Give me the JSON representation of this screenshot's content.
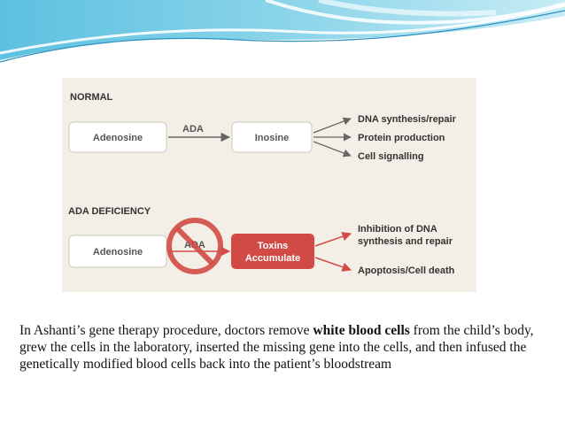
{
  "diagram": {
    "normal": {
      "heading": "NORMAL",
      "substrate": "Adenosine",
      "enzyme": "ADA",
      "product": "Inosine",
      "outcomes": [
        "DNA synthesis/repair",
        "Protein production",
        "Cell signalling"
      ]
    },
    "deficiency": {
      "heading": "ADA DEFICIENCY",
      "substrate": "Adenosine",
      "enzyme": "ADA",
      "result_line1": "Toxins",
      "result_line2": "Accumulate",
      "outcome1_line1": "Inhibition of DNA",
      "outcome1_line2": "synthesis and repair",
      "outcome2": "Apoptosis/Cell death"
    }
  },
  "caption": {
    "before": "In Ashanti’s gene therapy procedure, doctors remove ",
    "bold": "white blood cells",
    "after": " from the child’s body, grew the cells in the laboratory, inserted the missing gene into the cells, and then infused the genetically modified blood cells back into the patient’s bloodstream"
  },
  "colors": {
    "accent_red": "#d24a45",
    "header_blue": "#3aa7cf",
    "panel_bg": "#f3eee6"
  }
}
